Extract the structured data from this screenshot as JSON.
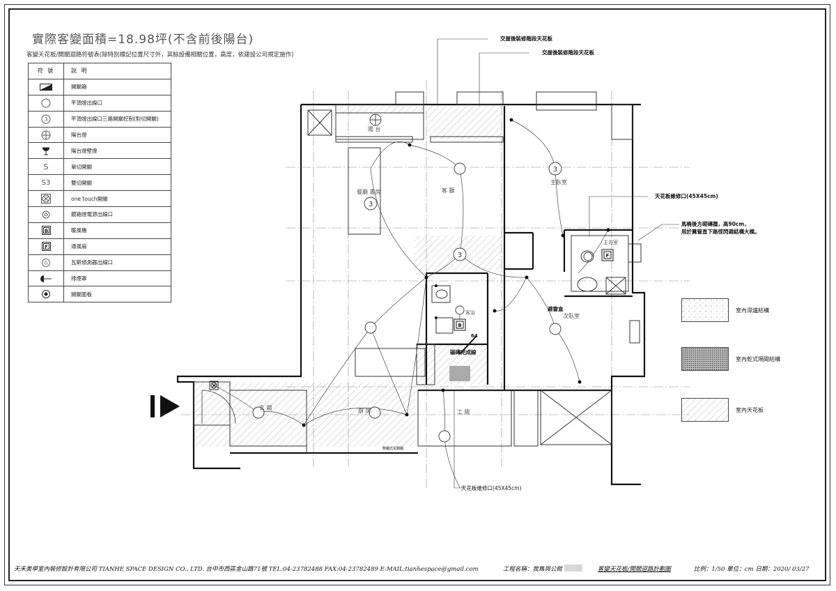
{
  "title": {
    "main": "實際客變面積=18.98坪(不含前後陽台)",
    "sub": "客變天花板/開關迴路符號表(除特別標記位置尺寸外，其餘設備相關位置，高度，依建設公司規定施作)"
  },
  "legend": {
    "header": {
      "symbol": "符 號",
      "desc": "說 明"
    },
    "items": [
      {
        "icon": "switchbox-icon",
        "label": "開關箱"
      },
      {
        "icon": "circle-icon",
        "label": "平頂燈出線口"
      },
      {
        "icon": "circle-3-icon",
        "label": "平頂燈出線口三路開關控制(對切開關)"
      },
      {
        "icon": "crossed-circle-icon",
        "label": "陽台燈"
      },
      {
        "icon": "wall-lamp-icon",
        "label": "陽台燈壁燈"
      },
      {
        "icon": "s-icon",
        "label": "單切開關",
        "glyph": "S"
      },
      {
        "icon": "s3-icon",
        "label": "雙切開關",
        "glyph": "S3"
      },
      {
        "icon": "boxed-x-circle-icon",
        "label": "one touch開關"
      },
      {
        "icon": "small-circle-icon",
        "label": "鏡箱燈電源出線口"
      },
      {
        "icon": "boxed-b-icon",
        "label": "暖風機",
        "glyph": "B"
      },
      {
        "icon": "boxed-f-icon",
        "label": "通風扇",
        "glyph": "F"
      },
      {
        "icon": "g-circle-icon",
        "label": "瓦斯偵測器出線口",
        "glyph": "G"
      },
      {
        "icon": "exhaust-hood-icon",
        "label": "排煙罩"
      },
      {
        "icon": "dot-circle-icon",
        "label": "開關面板"
      }
    ]
  },
  "annotations": {
    "ceiling_top_1": "交屋後裝修階段天花板",
    "ceiling_top_2": "交屋後裝修階段天花板",
    "access_panel_top": "天花板維修口(45X45cm)",
    "toilet_note_1": "馬桶後方砌磚牆，高90cm，",
    "toilet_note_2": "用於糞管直下路徑閃避結構大樑。",
    "access_panel_bottom": "天花板維修口(45X45cm)",
    "avoid_box": "避雷盒",
    "tile_wall": "磁磚完成線",
    "dimension": "64",
    "entry_cabinet": "鞋櫃式玄關櫃"
  },
  "rooms": {
    "balcony_front": "陽 台",
    "dining_study": "餐廳  書房",
    "living": "客 廳",
    "master_bedroom": "主臥室",
    "master_bath": "主浴室",
    "guest_bath": "客浴",
    "second_bedroom": "次臥室",
    "foyer": "玄 關",
    "kitchen": "廚 房",
    "utility_balcony": "工 陽"
  },
  "right_legend": [
    {
      "label": "室內濕爐結構",
      "pattern": "dots"
    },
    {
      "label": "室內乾式隔間結構",
      "pattern": "dense"
    },
    {
      "label": "室內天花板",
      "pattern": "hatch"
    }
  ],
  "footer": {
    "company": "天禾美學室內裝修設計有限公司 TIANHE SPACE DESIGN CO., LTD. 台中市西區金山路71號   TEL:04-23782488  FAX:04-23782489   E-MAIL:tianhespace@gmail.com",
    "project": "工程名稱：我雋與公館",
    "drawing": "客變天花板/開關迴路計劃圖",
    "scale": "比例：1/50  單位：cm  日期：2020/ 03/27"
  }
}
